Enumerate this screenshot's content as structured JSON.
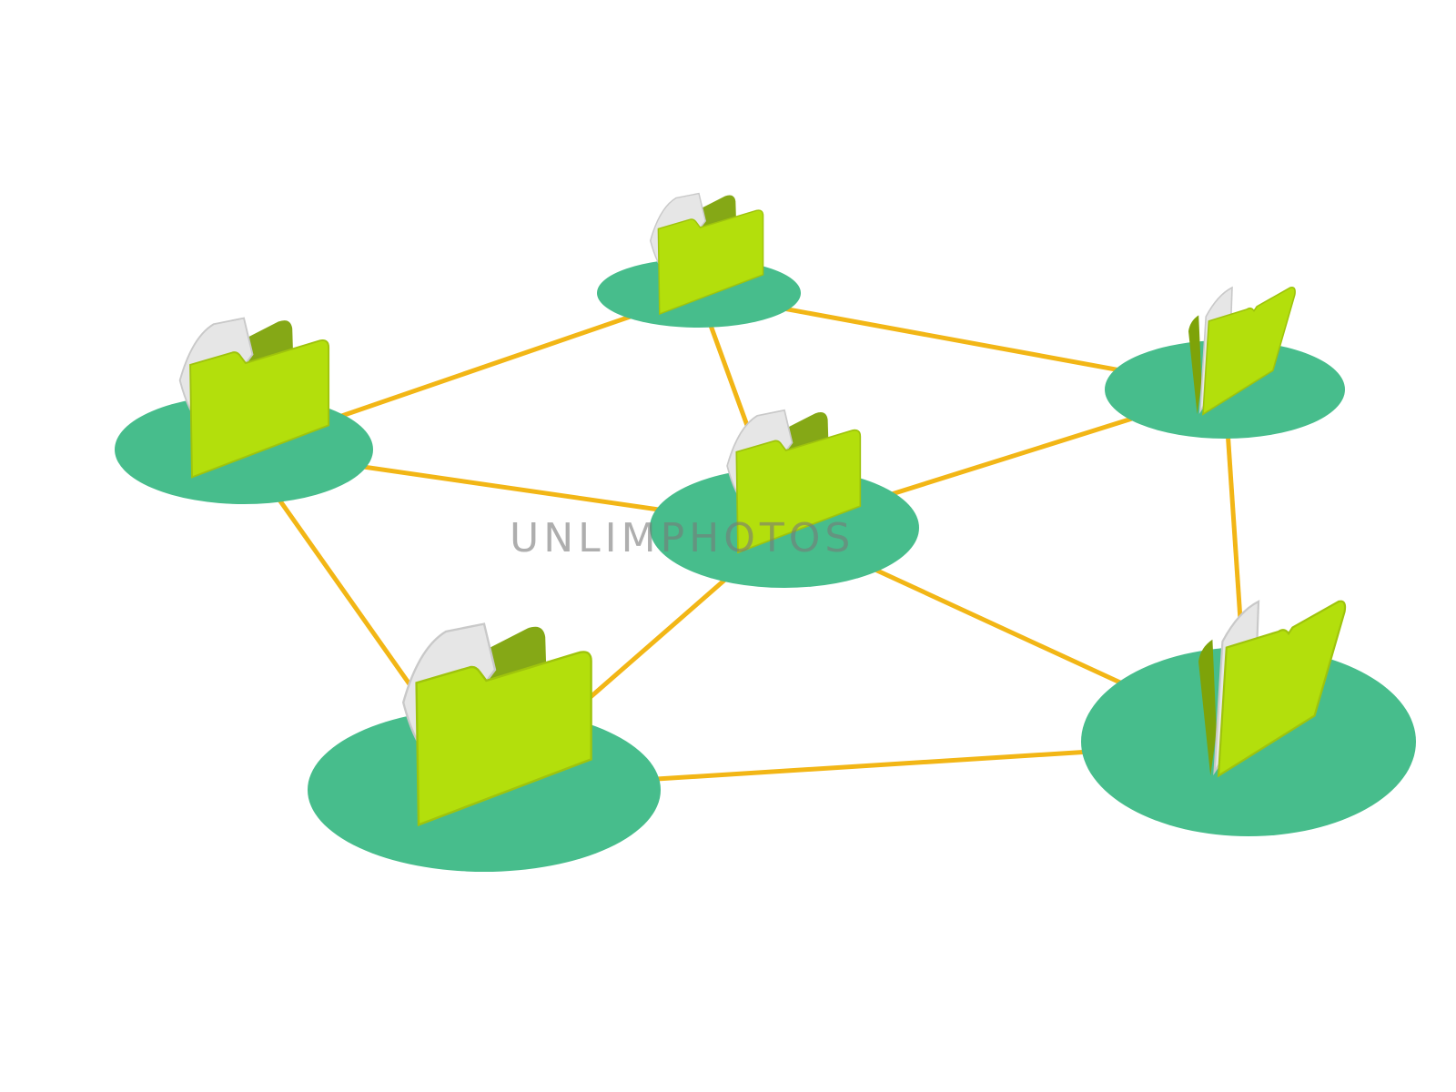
{
  "diagram": {
    "colors": {
      "background": "#ffffff",
      "node_disc": "#47bd8c",
      "connector": "#f2b616",
      "folder": "#b3df0c",
      "folder_shadow": "#7ea309",
      "paper": "#e6e6e6"
    },
    "nodes": [
      {
        "id": "top",
        "icon": "folder-icon"
      },
      {
        "id": "upper-left",
        "icon": "folder-icon"
      },
      {
        "id": "center",
        "icon": "folder-icon"
      },
      {
        "id": "upper-right",
        "icon": "folder-icon"
      },
      {
        "id": "lower-left",
        "icon": "folder-icon"
      },
      {
        "id": "lower-right",
        "icon": "folder-icon"
      }
    ],
    "edges": [
      [
        "top",
        "upper-left"
      ],
      [
        "top",
        "upper-right"
      ],
      [
        "top",
        "center"
      ],
      [
        "upper-left",
        "center"
      ],
      [
        "upper-left",
        "lower-left"
      ],
      [
        "center",
        "upper-right"
      ],
      [
        "center",
        "lower-left"
      ],
      [
        "center",
        "lower-right"
      ],
      [
        "upper-right",
        "lower-right"
      ],
      [
        "lower-left",
        "lower-right"
      ]
    ]
  },
  "watermark": {
    "text": "UNLIMPHOTOS"
  }
}
